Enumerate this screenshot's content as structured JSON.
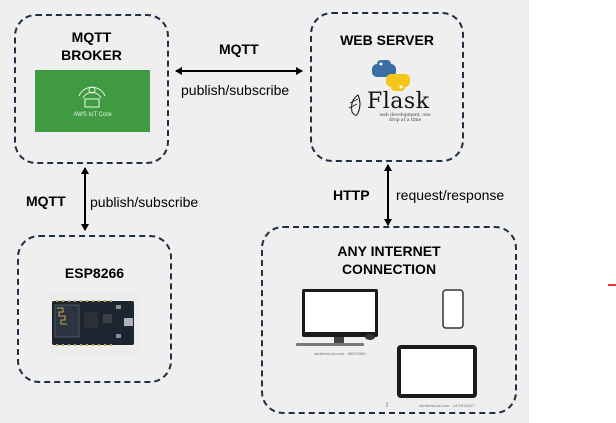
{
  "nodes": {
    "mqtt_broker": {
      "title_line1": "MQTT",
      "title_line2": "BROKER",
      "logo_text": "AWS IoT Core"
    },
    "web_server": {
      "title": "WEB SERVER",
      "logo_word": "Flask",
      "logo_tagline": "web development, one drop at a time"
    },
    "esp8266": {
      "title": "ESP8266"
    },
    "internet": {
      "title_line1": "ANY INTERNET",
      "title_line2": "CONNECTION",
      "desktop_caption": "shutterstock.com · 56872386",
      "tablet_caption": "shutterstock.com · 1475124877"
    }
  },
  "edges": {
    "broker_server": {
      "protocol": "MQTT",
      "action": "publish/subscribe"
    },
    "broker_esp": {
      "protocol": "MQTT",
      "action": "publish/subscribe"
    },
    "server_internet": {
      "protocol": "HTTP",
      "action": "request/response"
    }
  },
  "colors": {
    "border": "#1f2f45",
    "background": "#efefef",
    "aws_green": "#3f9a41",
    "python_blue": "#3b6ea5",
    "python_yellow": "#f5c518",
    "board_dark": "#1d2530"
  }
}
